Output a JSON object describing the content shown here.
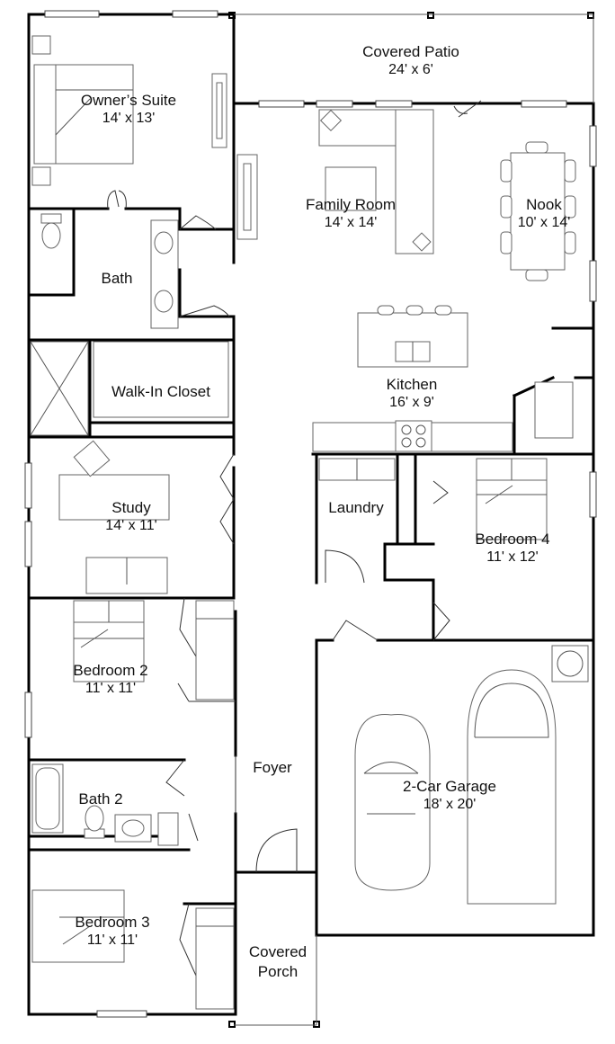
{
  "rooms": {
    "covered_patio": {
      "name": "Covered Patio",
      "dim": "24' x 6'"
    },
    "owners_suite": {
      "name": "Owner’s Suite",
      "dim": "14' x 13'"
    },
    "family_room": {
      "name": "Family Room",
      "dim": "14' x 14'"
    },
    "nook": {
      "name": "Nook",
      "dim": "10' x 14'"
    },
    "bath": {
      "name": "Bath"
    },
    "walk_in_closet": {
      "name": "Walk-In Closet"
    },
    "kitchen": {
      "name": "Kitchen",
      "dim": "16' x 9'"
    },
    "study": {
      "name": "Study",
      "dim": "14' x 11'"
    },
    "laundry": {
      "name": "Laundry"
    },
    "bedroom_4": {
      "name": "Bedroom 4",
      "dim": "11' x 12'"
    },
    "bedroom_2": {
      "name": "Bedroom 2",
      "dim": "11' x 11'"
    },
    "foyer": {
      "name": "Foyer"
    },
    "garage": {
      "name": "2-Car Garage",
      "dim": "18' x 20'"
    },
    "bath_2": {
      "name": "Bath 2"
    },
    "bedroom_3": {
      "name": "Bedroom 3",
      "dim": "11' x 11'"
    },
    "covered_porch": {
      "name": "Covered Porch"
    }
  }
}
